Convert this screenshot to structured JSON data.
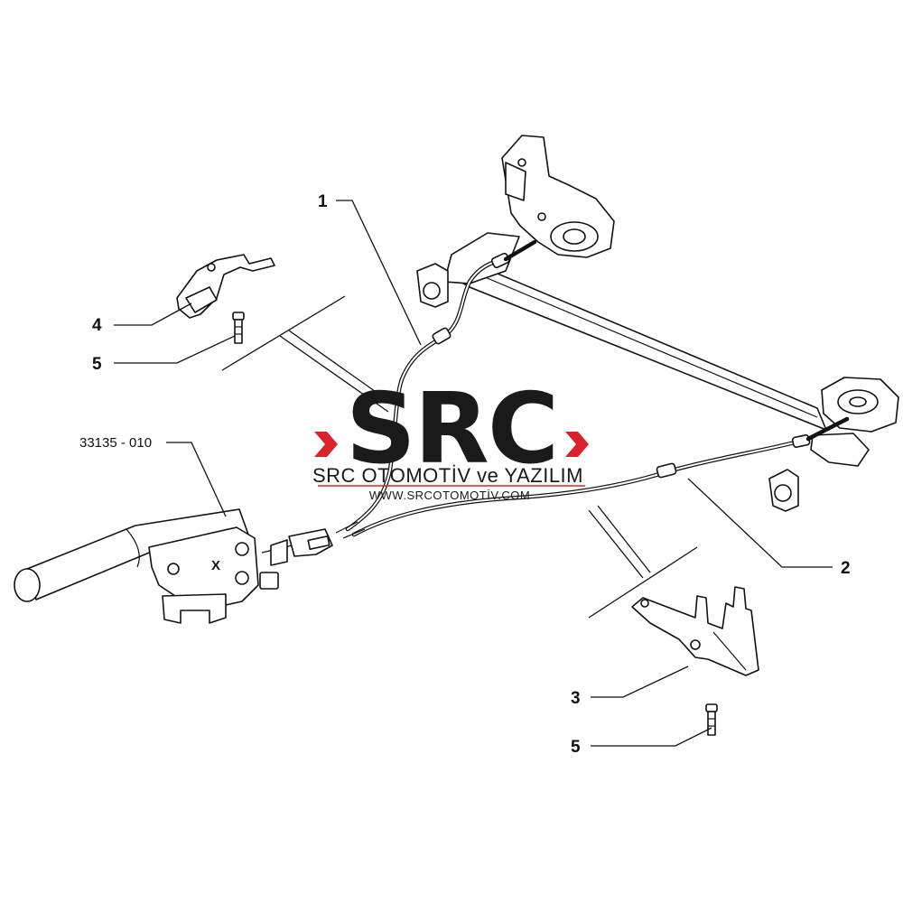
{
  "callouts": {
    "c1": "1",
    "c2": "2",
    "c3": "3",
    "c4": "4",
    "c5a": "5",
    "c5b": "5",
    "ref_group": "33135 - 010",
    "marker_x": "X"
  },
  "watermark": {
    "brand": "SRC",
    "company": "SRC OTOMOTİV ve YAZILIM",
    "url": "WWW.SRCOTOMOTİV.COM",
    "accent_color": "#d8232a",
    "text_color": "#1a1a1a"
  }
}
